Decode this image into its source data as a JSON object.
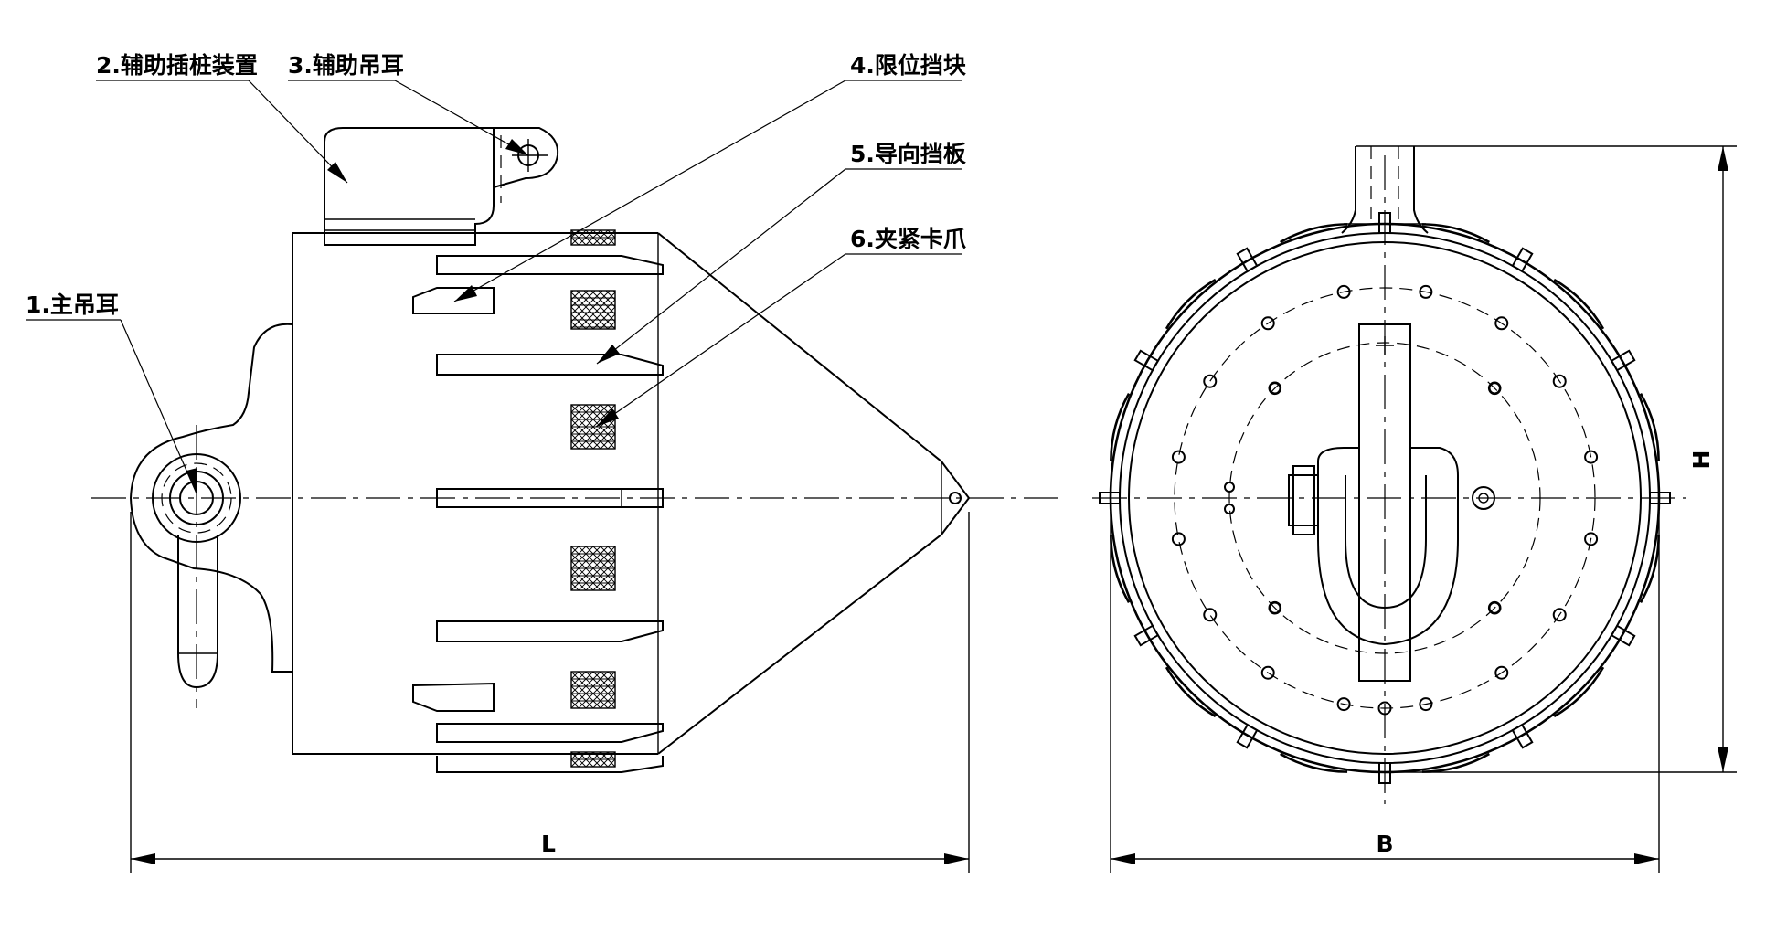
{
  "labels": {
    "main_lifting_lug": "1.主吊耳",
    "aux_pile_device": "2.辅助插桩装置",
    "aux_lifting_lug": "3.辅助吊耳",
    "limit_stop_block": "4.限位挡块",
    "guide_baffle": "5.导向挡板",
    "clamping_jaw": "6.夹紧卡爪"
  },
  "dimensions": {
    "length": "L",
    "width": "B",
    "height": "H"
  }
}
